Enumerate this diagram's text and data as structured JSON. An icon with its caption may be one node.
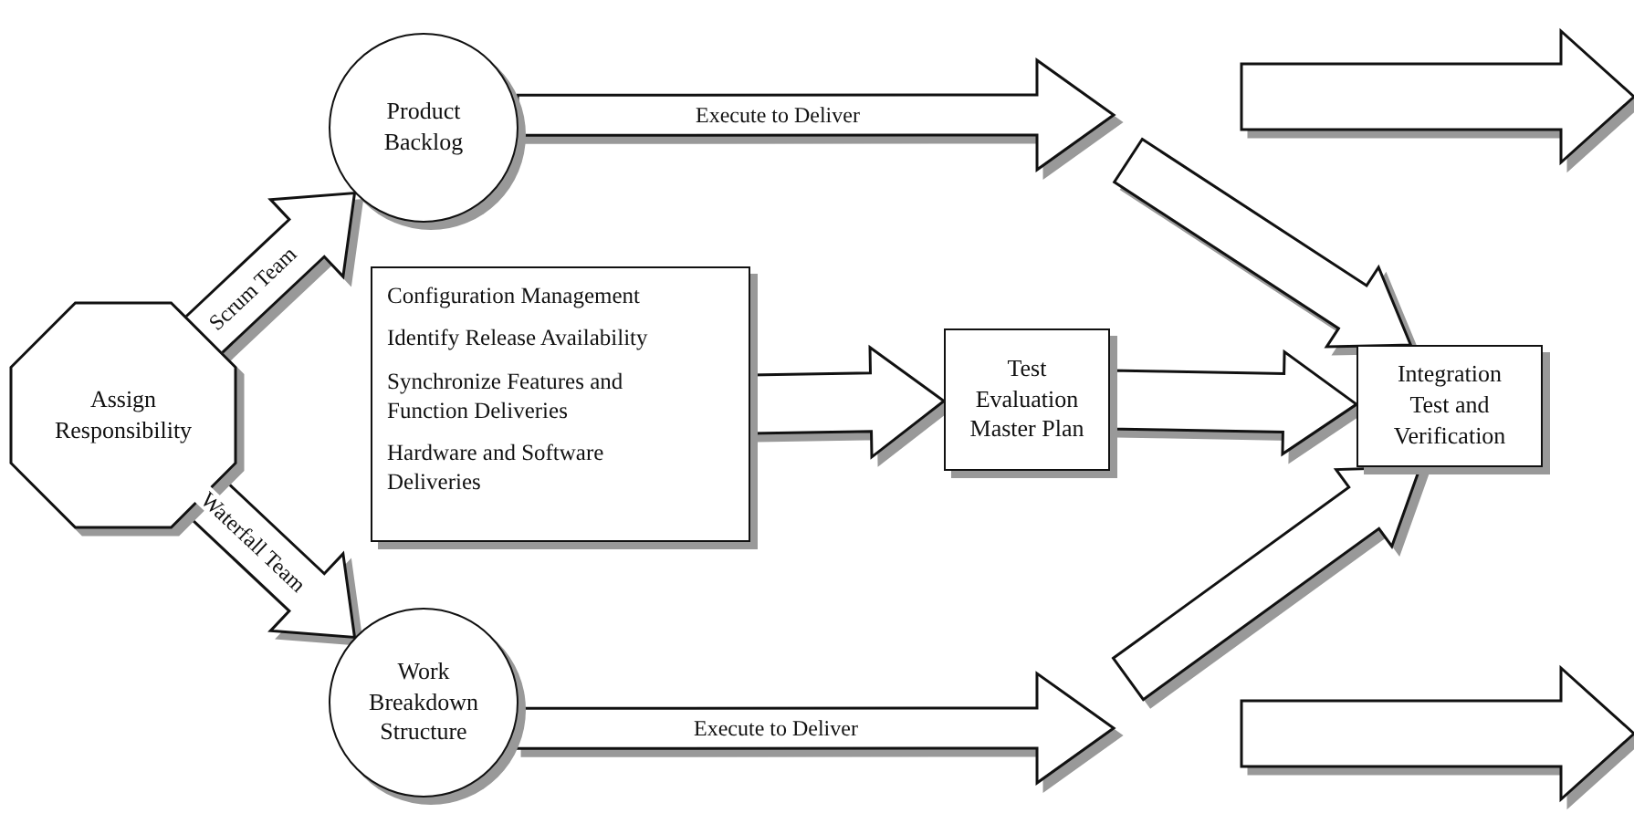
{
  "diagram": {
    "nodes": [
      {
        "text": [
          "Assign Responsibility"
        ]
      },
      {
        "text": [
          "Product Backlog"
        ]
      },
      {
        "text": [
          "Configuration Management",
          "Identify Release Availability",
          "Synchronize Features and Function Deliveries",
          "Hardware and Software Deliveries"
        ]
      },
      {
        "text": [
          "Test Evaluation Master Plan"
        ]
      },
      {
        "text": [
          "Integration Test and Verification"
        ]
      },
      {
        "text": [
          "Work Breakdown Structure"
        ]
      }
    ],
    "edges": [
      {
        "from": 0,
        "to": 1,
        "arrow": "to",
        "label": "Scrum Team"
      },
      {
        "from": 0,
        "to": 5,
        "arrow": "to",
        "label": "Waterfall Team"
      },
      {
        "from": 1,
        "to": null,
        "arrow": "to",
        "label": "Execute to Deliver"
      },
      {
        "from": null,
        "to": 4,
        "arrow": "to"
      },
      {
        "from": 2,
        "to": 3,
        "arrow": "to"
      },
      {
        "from": 3,
        "to": 4,
        "arrow": "to"
      },
      {
        "from": 5,
        "to": null,
        "arrow": "to",
        "label": "Execute to Deliver"
      },
      {
        "from": null,
        "to": 4,
        "arrow": "to"
      }
    ]
  }
}
